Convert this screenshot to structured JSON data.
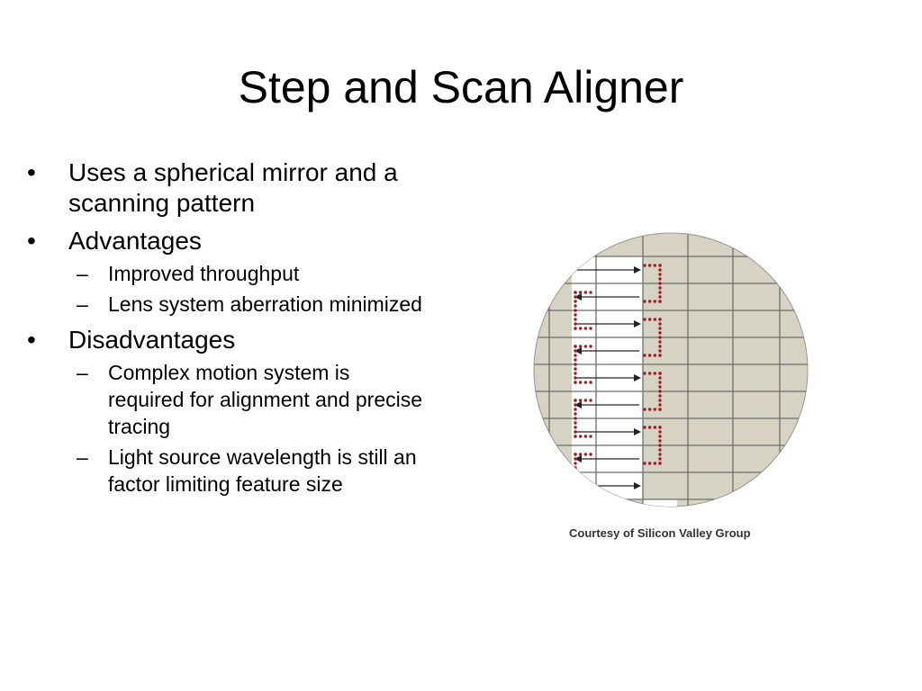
{
  "slide": {
    "title": "Step and Scan Aligner",
    "bullets": [
      {
        "level": 1,
        "marker": "•",
        "text": "Uses a spherical mirror and a scanning pattern"
      },
      {
        "level": 1,
        "marker": "•",
        "text": "Advantages"
      },
      {
        "level": 2,
        "marker": "–",
        "text": "Improved throughput"
      },
      {
        "level": 2,
        "marker": "–",
        "text": "Lens system aberration minimized"
      },
      {
        "level": 1,
        "marker": "•",
        "text": "Disadvantages"
      },
      {
        "level": 2,
        "marker": "–",
        "text": "Complex motion system is required for alignment and precise tracing"
      },
      {
        "level": 2,
        "marker": "–",
        "text": "Light source wavelength is still an factor limiting feature size"
      }
    ]
  },
  "figure": {
    "caption": "Courtesy of Silicon Valley Group",
    "colors": {
      "wafer": "#d6d3c4",
      "grid": "#6e6e6e",
      "scan_strip": "#ffffff",
      "dots": "#a01c24",
      "arrows": "#222222"
    }
  }
}
